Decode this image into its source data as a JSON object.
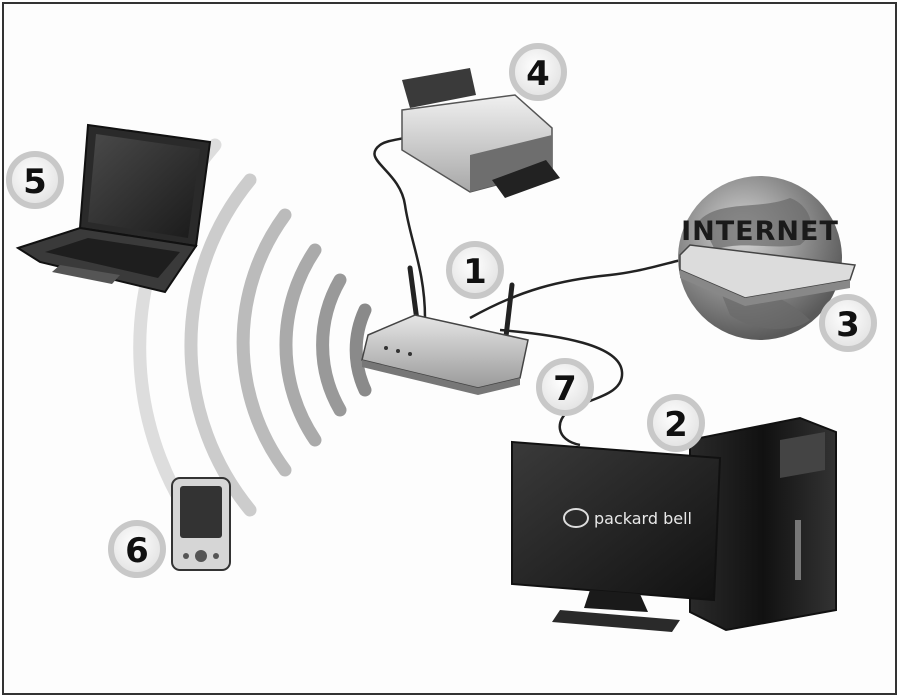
{
  "labels": {
    "router": "1",
    "desktop": "2",
    "internet": "3",
    "printer": "4",
    "laptop": "5",
    "pda": "6",
    "cable": "7"
  },
  "internet_text": "INTERNET",
  "brand_text": "packard bell"
}
